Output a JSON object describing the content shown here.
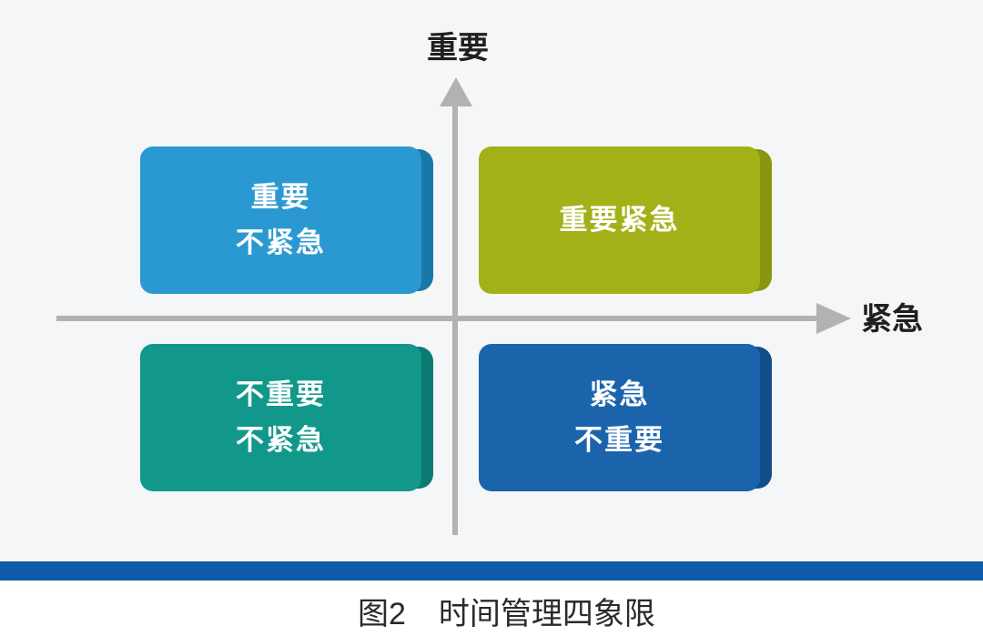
{
  "matrix": {
    "y_axis_label": "重要",
    "x_axis_label": "紧急",
    "quadrants": {
      "top_left": {
        "name": "important-not-urgent",
        "line1": "重要",
        "line2": "不紧急",
        "fill_color": "#2B99D1",
        "side_color": "#1878A8"
      },
      "top_right": {
        "name": "important-urgent",
        "line1": "重要紧急",
        "line2": "",
        "fill_color": "#A2B117",
        "side_color": "#879710"
      },
      "bottom_left": {
        "name": "not-important-not-urgent",
        "line1": "不重要",
        "line2": "不紧急",
        "fill_color": "#12988B",
        "side_color": "#0C7A70"
      },
      "bottom_right": {
        "name": "urgent-not-important",
        "line1": "紧急",
        "line2": "不重要",
        "fill_color": "#1B64AC",
        "side_color": "#114E89"
      }
    }
  },
  "caption": {
    "figure_label": "图2",
    "text": "时间管理四象限"
  },
  "colors": {
    "axis": "#B2B2B2",
    "bar": "#0E5BA7",
    "background": "#F4F6F7",
    "axis_label_text": "#1F1F1F",
    "quadrant_text": "#FFFFFF",
    "caption_text": "#2A2A2A"
  }
}
